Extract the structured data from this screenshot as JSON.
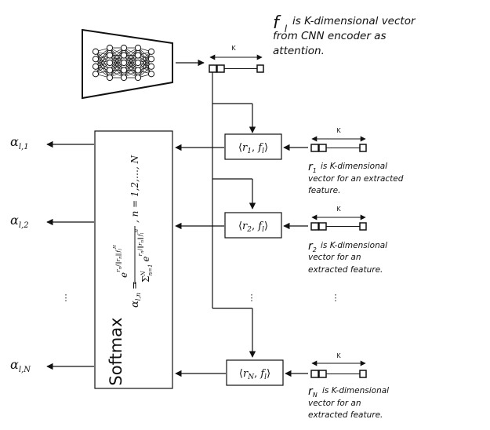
{
  "encoder_note": {
    "symbol": "f",
    "symbol_sub": "l",
    "line1": "is K-dimensional vector",
    "line2": "from CNN encoder as",
    "line3": "attention."
  },
  "k_label": "K",
  "inner_products": [
    {
      "r": "r",
      "r_sub": "1",
      "f": "f",
      "f_sub": "l"
    },
    {
      "r": "r",
      "r_sub": "2",
      "f": "f",
      "f_sub": "l"
    },
    {
      "r": "r",
      "r_sub": "N",
      "f": "f",
      "f_sub": "l"
    }
  ],
  "feature_notes": [
    {
      "symbol": "r",
      "sub": "1",
      "line1": "is K-dimensional",
      "line2": "vector for an extracted",
      "line3": "feature."
    },
    {
      "symbol": "r",
      "sub": "2",
      "line1": "is K-dimensional",
      "line2": "vector for an",
      "line3": "extracted feature."
    },
    {
      "symbol": "r",
      "sub": "N",
      "line1": "is K-dimensional",
      "line2": "vector for an",
      "line3": "extracted feature."
    }
  ],
  "outputs": [
    {
      "symbol": "α",
      "sub": "l,1"
    },
    {
      "symbol": "α",
      "sub": "l,2"
    },
    {
      "symbol": "α",
      "sub": "l,N"
    }
  ],
  "softmax": {
    "title": "Softmax",
    "lhs": "α",
    "lhs_sub": "l,n",
    "eq": "=",
    "n_range": ", n = 1,2,…, N",
    "sum_symbol": "Σ",
    "sum_sub": "n=1",
    "sum_sup": "N",
    "e": "e",
    "r_n": "r",
    "n_sub": "n",
    "norm_open": "‖",
    "norm_close": "‖",
    "f": "f",
    "f_sub": "l",
    "h_sup": "H"
  },
  "ellipsis": "⋮"
}
